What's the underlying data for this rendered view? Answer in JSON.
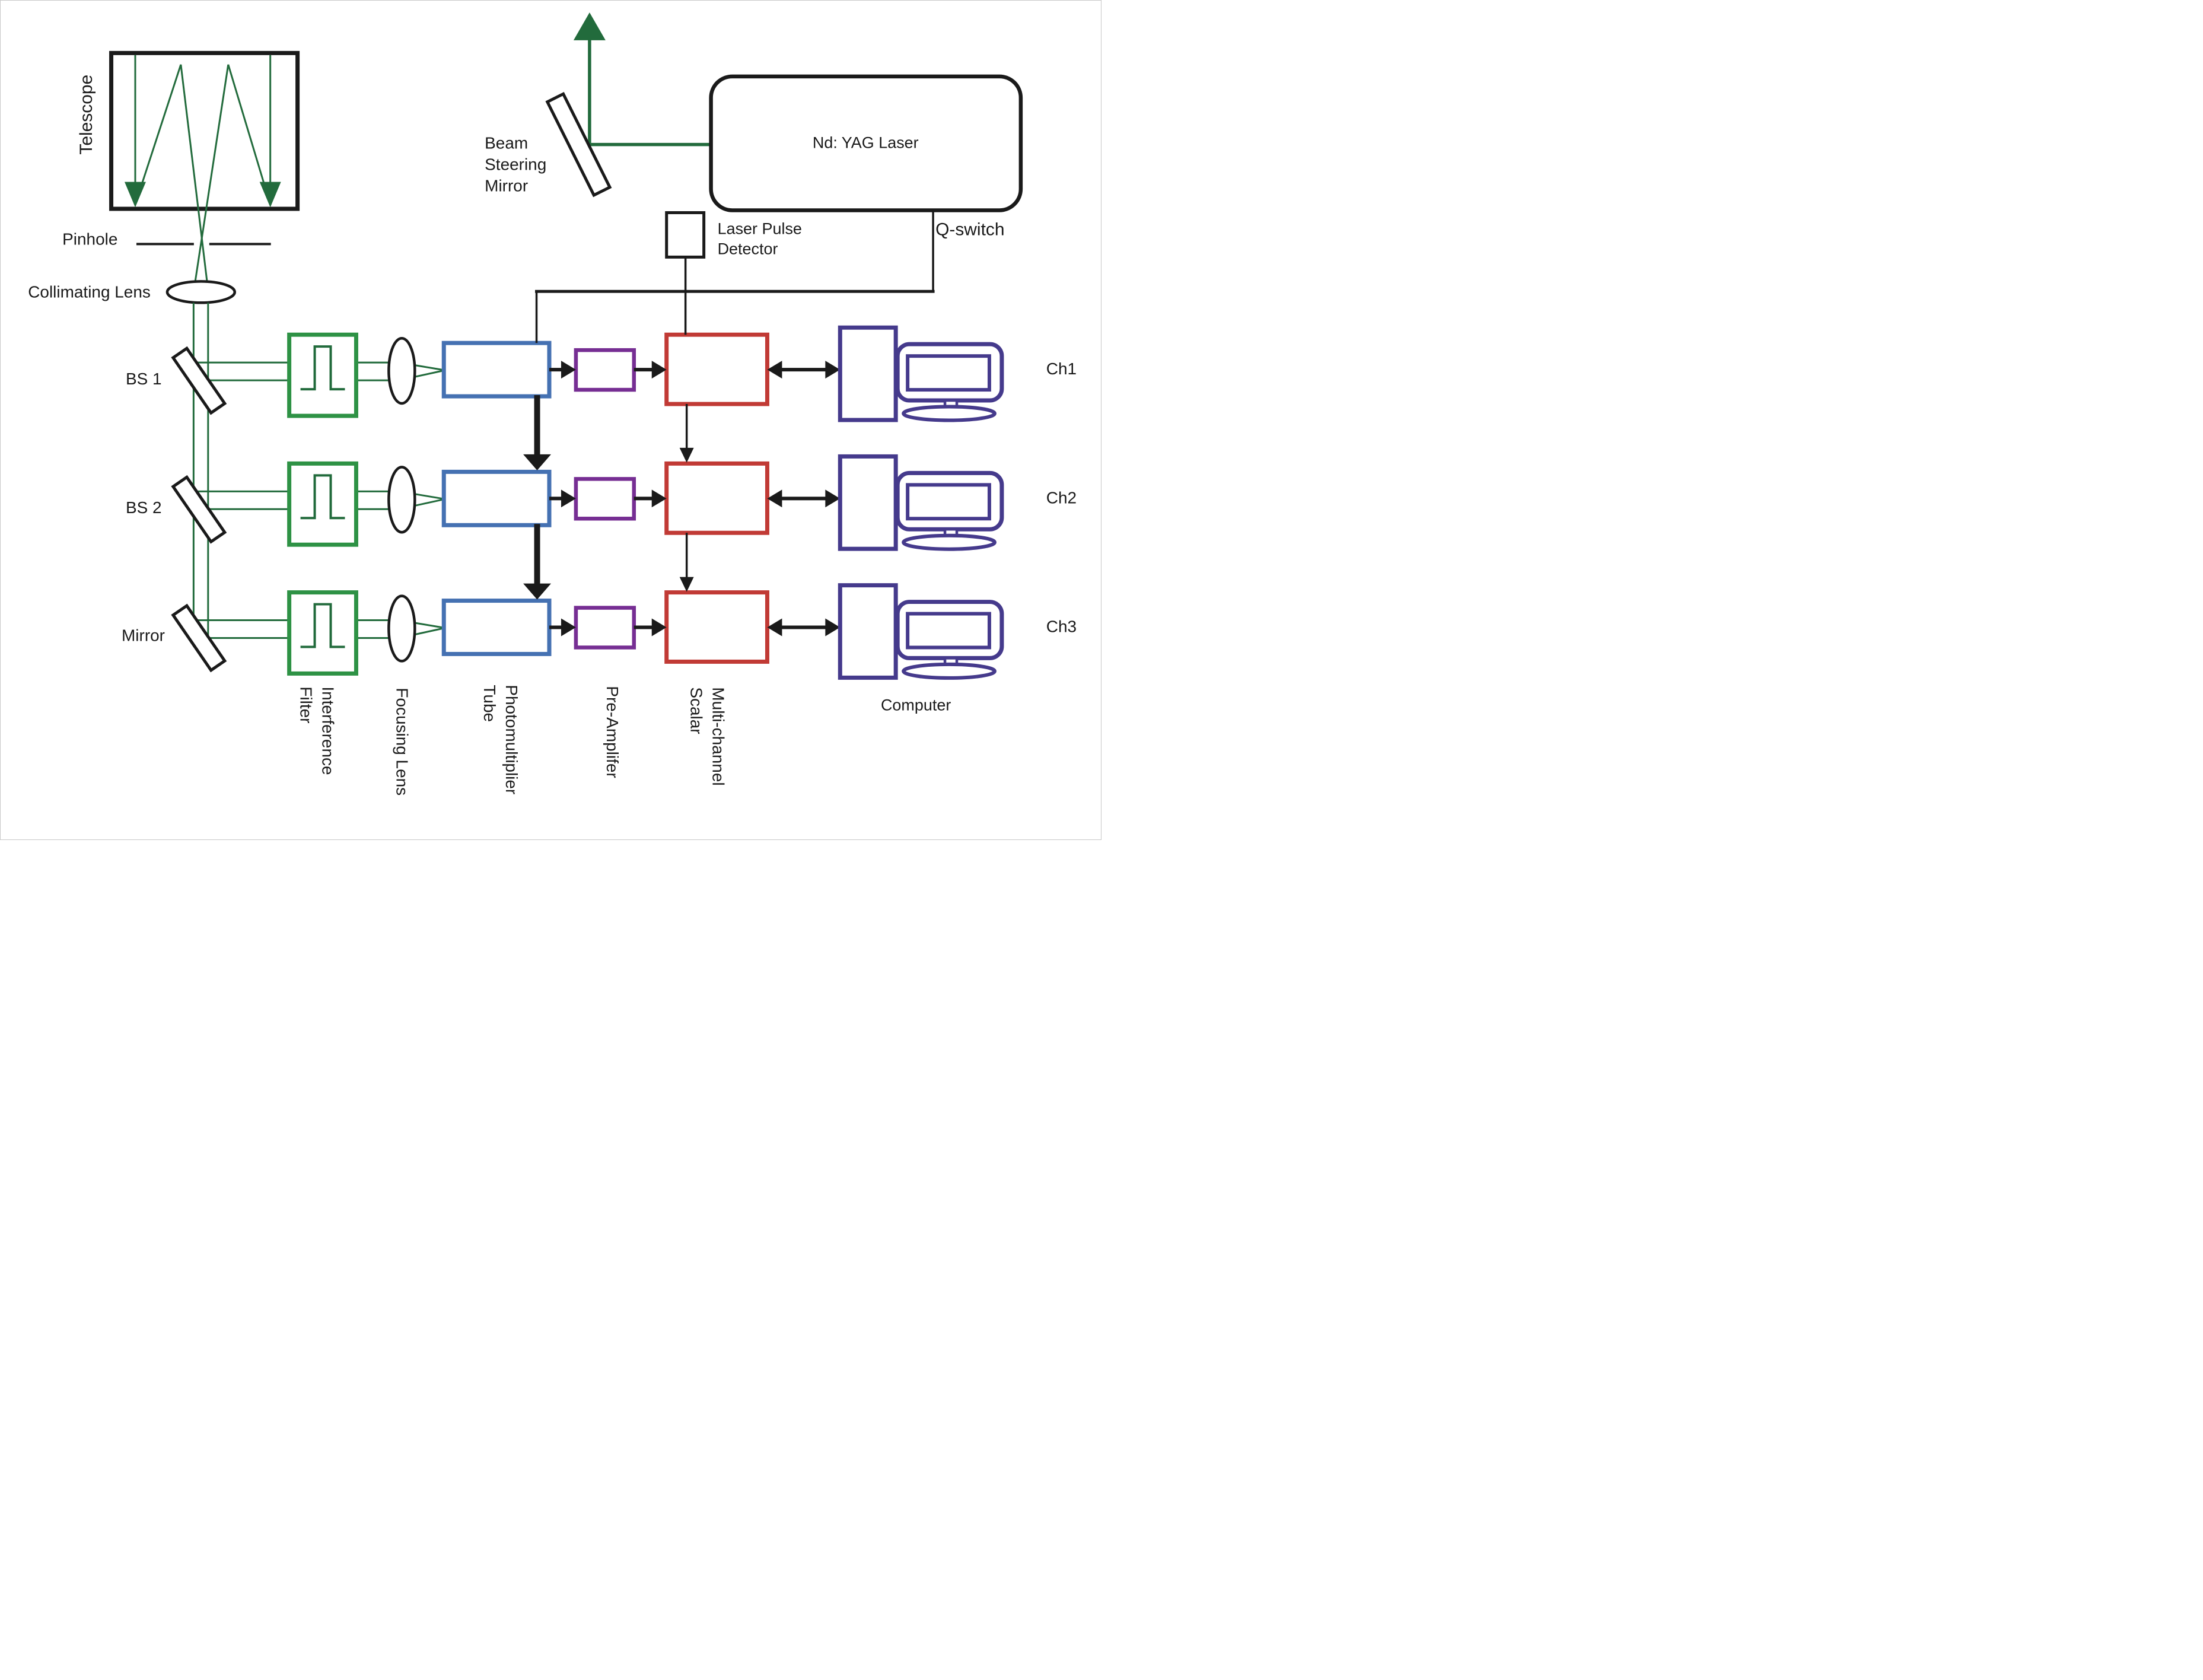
{
  "labels": {
    "telescope": "Telescope",
    "pinhole": "Pinhole",
    "collimating_lens": "Collimating Lens",
    "bs1": "BS 1",
    "bs2": "BS 2",
    "mirror": "Mirror",
    "beam_steering": [
      "Beam",
      "Steering",
      "Mirror"
    ],
    "laser": "Nd: YAG Laser",
    "pulse_detector": [
      "Laser Pulse",
      "Detector"
    ],
    "q_switch": "Q-switch",
    "interference_filter": [
      "Interference",
      "Filter"
    ],
    "focusing_lens": "Focusing Lens",
    "photomultiplier": [
      "Photomultiplier",
      "Tube"
    ],
    "pre_amplifier": "Pre-Amplifer",
    "multichannel_scalar": [
      "Multi-channel",
      "Scalar"
    ],
    "computer": "Computer",
    "channels": [
      "Ch1",
      "Ch2",
      "Ch3"
    ]
  },
  "colors": {
    "beam_green": "#226B3C",
    "filter_green": "#2E9245",
    "pmt_blue": "#4571B2",
    "preamp_purple": "#762E93",
    "mcs_red": "#C13A35",
    "computer_indigo": "#453A8C",
    "line_black": "#1a1a1a"
  }
}
